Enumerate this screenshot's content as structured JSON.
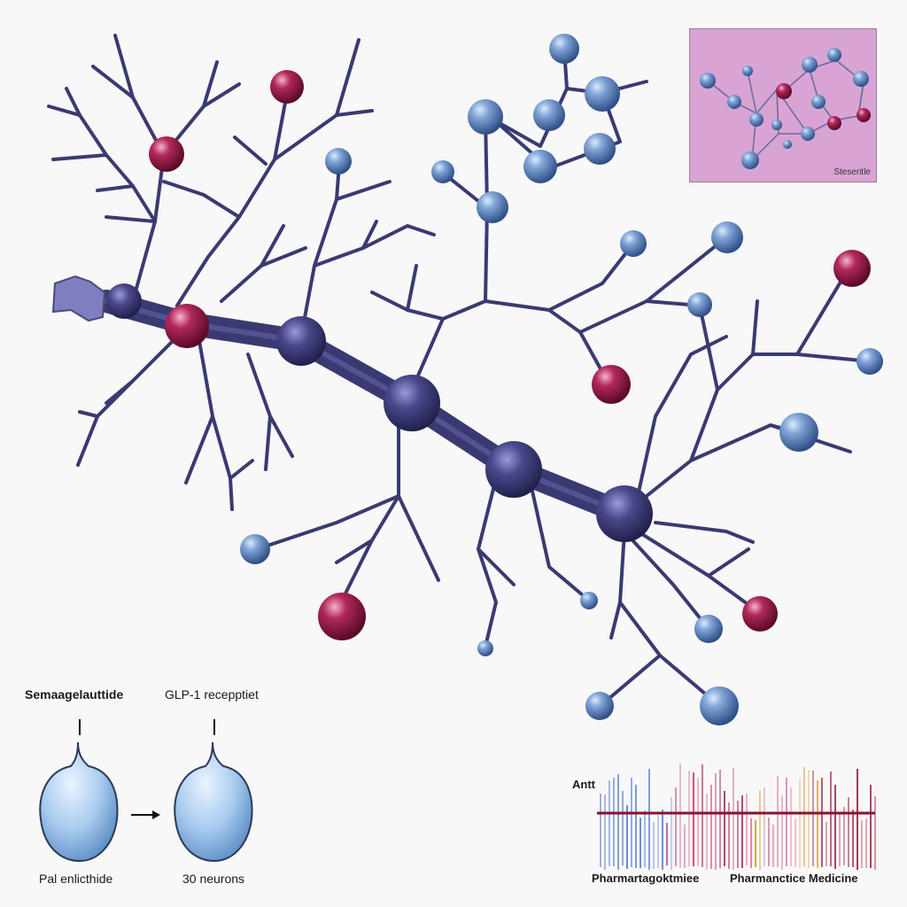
{
  "labels": {
    "left_drug": "Semaagelauttide",
    "right_receptor": "GLP‑1 recepptiet",
    "left_bottom": "Pal enlicthide",
    "right_bottom": "30 neurons",
    "chart_tag": "Antt",
    "chart_caption_left": "Pharmartagoktmiee",
    "chart_caption_right": "Pharmanctice Medicine",
    "inset_tag": "Steseritle"
  },
  "colors": {
    "background": "#f8f8f8",
    "branch": "#3a3a72",
    "soma": "#3e3e7a",
    "node_blue": "#5f88bf",
    "node_red": "#9c1c4c",
    "inset_bg": "#d8a4d4",
    "cell_fill": "#a8cbef"
  },
  "icons": {
    "arrow": "right-arrow-icon",
    "cell": "droplet-cell-icon"
  }
}
